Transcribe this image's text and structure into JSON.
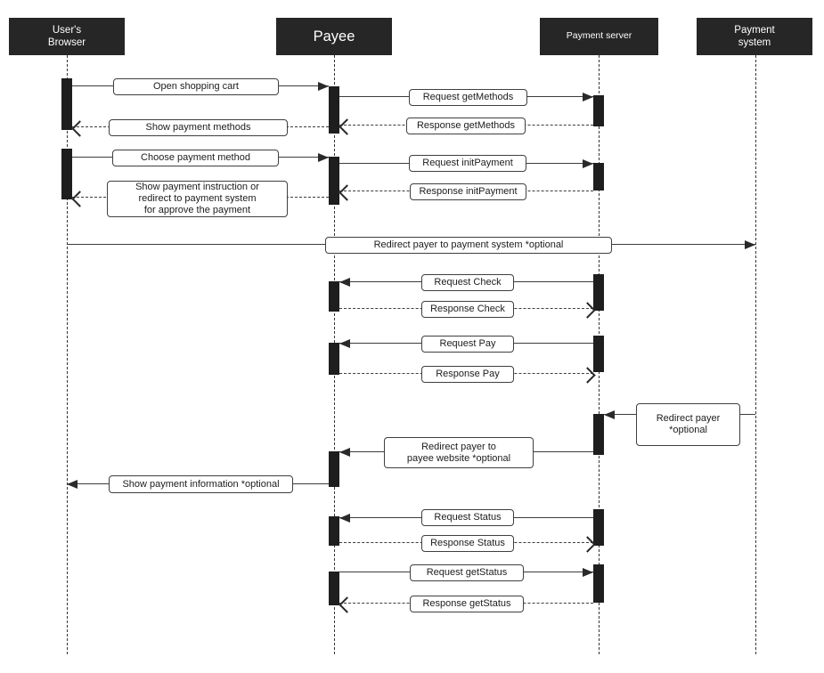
{
  "diagram": {
    "type": "uml-sequence",
    "colors": {
      "background": "#ffffff",
      "actor_bg": "#262626",
      "actor_text": "#ffffff",
      "line": "#3c3c3c",
      "label_border": "#3f3f3f",
      "label_bg": "#ffffff",
      "activation_bar": "#1e1e1e"
    }
  },
  "actors": [
    {
      "id": "users-browser",
      "label": "User's\nBrowser"
    },
    {
      "id": "payee",
      "label": "Payee"
    },
    {
      "id": "payment-server",
      "label": "Payment server"
    },
    {
      "id": "payment-system",
      "label": "Payment\nsystem"
    }
  ],
  "messages": [
    {
      "label": "Open shopping cart",
      "from": "users-browser",
      "to": "payee",
      "type": "request",
      "style": "solid"
    },
    {
      "label": "Request getMethods",
      "from": "payee",
      "to": "payment-server",
      "type": "request",
      "style": "solid"
    },
    {
      "label": "Response getMethods",
      "from": "payment-server",
      "to": "payee",
      "type": "response",
      "style": "dashed"
    },
    {
      "label": "Show payment methods",
      "from": "payee",
      "to": "users-browser",
      "type": "response",
      "style": "dashed"
    },
    {
      "label": "Choose payment method",
      "from": "users-browser",
      "to": "payee",
      "type": "request",
      "style": "solid"
    },
    {
      "label": "Request initPayment",
      "from": "payee",
      "to": "payment-server",
      "type": "request",
      "style": "solid"
    },
    {
      "label": "Response initPayment",
      "from": "payment-server",
      "to": "payee",
      "type": "response",
      "style": "dashed"
    },
    {
      "label": "Show payment instruction or\nredirect to payment system\nfor approve the payment",
      "from": "payee",
      "to": "users-browser",
      "type": "response",
      "style": "dashed"
    },
    {
      "label": "Redirect payer to payment system *optional",
      "from": "users-browser",
      "to": "payment-system",
      "type": "request",
      "style": "solid"
    },
    {
      "label": "Request Check",
      "from": "payment-server",
      "to": "payee",
      "type": "request",
      "style": "solid"
    },
    {
      "label": "Response Check",
      "from": "payee",
      "to": "payment-server",
      "type": "response",
      "style": "dashed"
    },
    {
      "label": "Request Pay",
      "from": "payment-server",
      "to": "payee",
      "type": "request",
      "style": "solid"
    },
    {
      "label": "Response Pay",
      "from": "payee",
      "to": "payment-server",
      "type": "response",
      "style": "dashed"
    },
    {
      "label": "Redirect payer\n*optional",
      "from": "payment-system",
      "to": "payment-server",
      "type": "request",
      "style": "solid"
    },
    {
      "label": "Redirect payer to\npayee website *optional",
      "from": "payment-server",
      "to": "payee",
      "type": "request",
      "style": "solid"
    },
    {
      "label": "Show payment information *optional",
      "from": "payee",
      "to": "users-browser",
      "type": "request",
      "style": "solid"
    },
    {
      "label": "Request Status",
      "from": "payment-server",
      "to": "payee",
      "type": "request",
      "style": "solid"
    },
    {
      "label": "Response Status",
      "from": "payee",
      "to": "payment-server",
      "type": "response",
      "style": "dashed"
    },
    {
      "label": "Request getStatus",
      "from": "payee",
      "to": "payment-server",
      "type": "request",
      "style": "solid"
    },
    {
      "label": "Response getStatus",
      "from": "payment-server",
      "to": "payee",
      "type": "response",
      "style": "dashed"
    }
  ]
}
